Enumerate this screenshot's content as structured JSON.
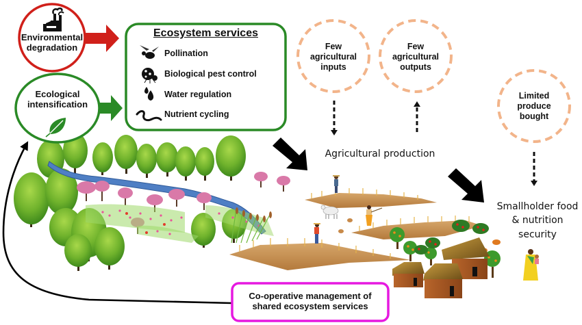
{
  "drivers": {
    "environmental_degradation": {
      "label_line1": "Environmental",
      "label_line2": "degradation",
      "icon": "factory-icon",
      "color": "#d0201a"
    },
    "ecological_intensification": {
      "label_line1": "Ecological",
      "label_line2": "intensification",
      "icon": "leaf-icon",
      "color": "#2a8a26"
    }
  },
  "ecosystem_services": {
    "title": "Ecosystem services",
    "color": "#2a8a26",
    "items": [
      {
        "label": "Pollination",
        "icon": "bee-icon"
      },
      {
        "label": "Biological pest control",
        "icon": "ladybird-icon"
      },
      {
        "label": "Water regulation",
        "icon": "water-drop-icon"
      },
      {
        "label": "Nutrient cycling",
        "icon": "earthworm-icon"
      }
    ]
  },
  "constraints": {
    "color": "#f2b48a",
    "few_inputs": {
      "line1": "Few",
      "line2": "agricultural",
      "line3": "inputs"
    },
    "few_outputs": {
      "line1": "Few",
      "line2": "agricultural",
      "line3": "outputs"
    },
    "limited_produce": {
      "line1": "Limited",
      "line2": "produce",
      "line3": "bought"
    }
  },
  "outcomes": {
    "agricultural_production": "Agricultural production",
    "food_security_line1": "Smallholder food",
    "food_security_line2": "& nutrition",
    "food_security_line3": "security"
  },
  "cooperative": {
    "line1": "Co-operative management of",
    "line2": "shared ecosystem services",
    "color": "#e619e0"
  },
  "landscape": {
    "elements": [
      "trees",
      "river",
      "flowering-shrubs",
      "wildflowers",
      "reeds",
      "crop-fields",
      "farmers",
      "goat",
      "chickens",
      "fruit-trees",
      "tomato-plants",
      "pumpkins",
      "huts",
      "mother-and-child"
    ]
  }
}
